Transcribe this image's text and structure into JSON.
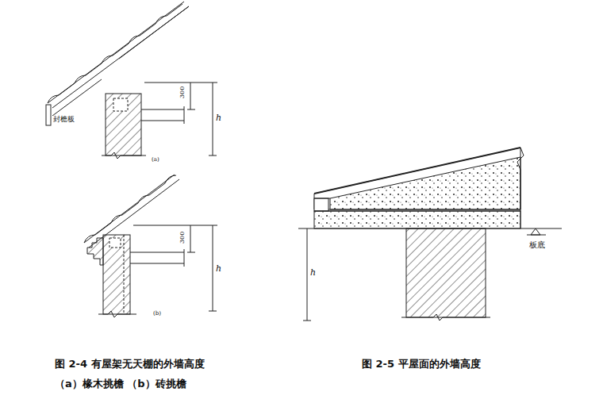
{
  "diagram": {
    "labels": [
      "封檐板",
      "300",
      "h",
      "(a)",
      "300",
      "h",
      "(b)",
      "板底",
      "h",
      "图 2-4 有屋架无天棚的外墙高度",
      "（a）椽木挑檐 （b）砖挑檐",
      "图 2-5 平屋面的外墙高度"
    ]
  }
}
